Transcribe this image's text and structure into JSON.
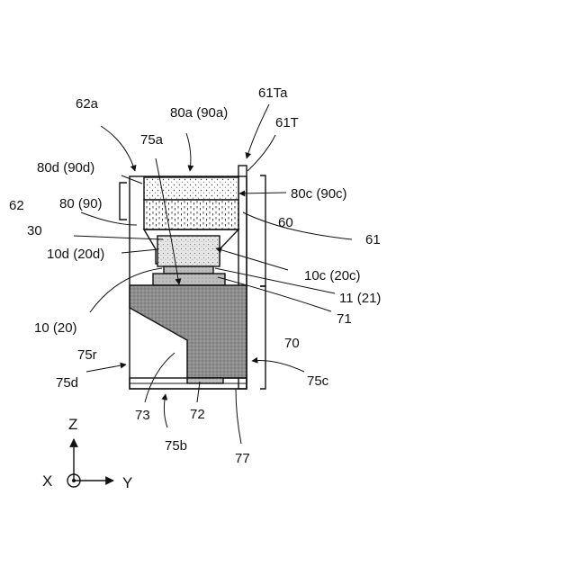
{
  "labels": {
    "l62a": "62a",
    "l80a": "80a (90a)",
    "l61Ta": "61Ta",
    "l61T": "61T",
    "l75a": "75a",
    "l80d": "80d (90d)",
    "l80": "80 (90)",
    "l62": "62",
    "l80c": "80c (90c)",
    "l60": "60",
    "l30": "30",
    "l61": "61",
    "l10d": "10d (20d)",
    "l10c": "10c (20c)",
    "l11": "11 (21)",
    "l71": "71",
    "l10": "10 (20)",
    "l70": "70",
    "l75r": "75r",
    "l75d": "75d",
    "l75c": "75c",
    "l73": "73",
    "l72": "72",
    "l75b": "75b",
    "l77": "77"
  },
  "axes": {
    "z": "Z",
    "x": "X",
    "y": "Y"
  },
  "colors": {
    "stroke": "#111111",
    "dark_fill": "#8e8e8e",
    "background": "#ffffff"
  }
}
